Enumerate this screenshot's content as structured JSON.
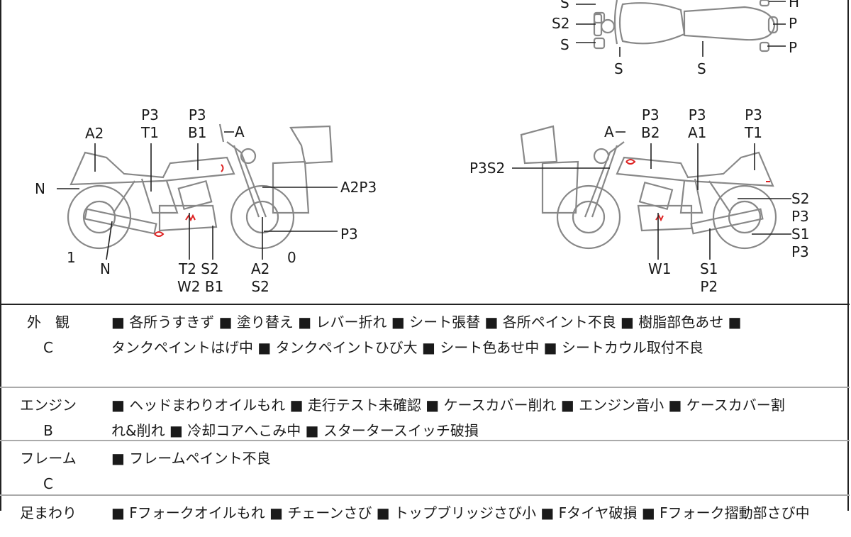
{
  "top_view_labels": {
    "s_front_upper": "S",
    "s2_front": "S2",
    "s_front_lower": "S",
    "s_fork": "S",
    "s_center": "S",
    "h_rear": "H",
    "p_rear_mid": "P",
    "p_rear_lower": "P"
  },
  "left_view_labels": {
    "a2_seat": "A2",
    "n_rear": "N",
    "p3_t1": [
      "P3",
      "T1"
    ],
    "p3_b1": [
      "P3",
      "B1"
    ],
    "a_mirror": "A",
    "a2p3_cowl": "A2P3",
    "p3_front": "P3",
    "one": "1",
    "n_muffler": "N",
    "t2_s2": "T2 S2",
    "w2_b1": "W2 B1",
    "a2_s2": [
      "A2",
      "S2"
    ],
    "zero": "0"
  },
  "right_view_labels": {
    "a_mirror": "A",
    "p3_b2": [
      "P3",
      "B2"
    ],
    "p3_a1": [
      "P3",
      "A1"
    ],
    "p3_t1": [
      "P3",
      "T1"
    ],
    "p3s2_cowl": "P3S2",
    "rear_stack": [
      "S2",
      "P3",
      "S1",
      "P3"
    ],
    "w1": "W1",
    "s1_p2": [
      "S1",
      "P2"
    ]
  },
  "inspection": [
    {
      "category": "外　観",
      "grade": "C",
      "lines": [
        "■ 各所うすきず ■ 塗り替え ■ レバー折れ ■ シート張替 ■ 各所ペイント不良 ■ 樹脂部色あせ ■",
        "タンクペイントはげ中 ■ タンクペイントひび大 ■ シート色あせ中 ■ シートカウル取付不良"
      ]
    },
    {
      "category": "エンジン",
      "grade": "B",
      "lines": [
        "■ ヘッドまわりオイルもれ ■ 走行テスト未確認 ■ ケースカバー削れ ■ エンジン音小 ■ ケースカバー割",
        "れ&削れ ■ 冷却コアへこみ中 ■ スタータースイッチ破損"
      ]
    },
    {
      "category": "フレーム",
      "grade": "C",
      "lines": [
        "■ フレームペイント不良"
      ]
    },
    {
      "category": "足まわり",
      "grade": "",
      "lines": [
        "■ Fフォークオイルもれ ■ チェーンさび ■ トップブリッジさび小 ■ Fタイヤ破損 ■ Fフォーク摺動部さび中"
      ]
    }
  ]
}
